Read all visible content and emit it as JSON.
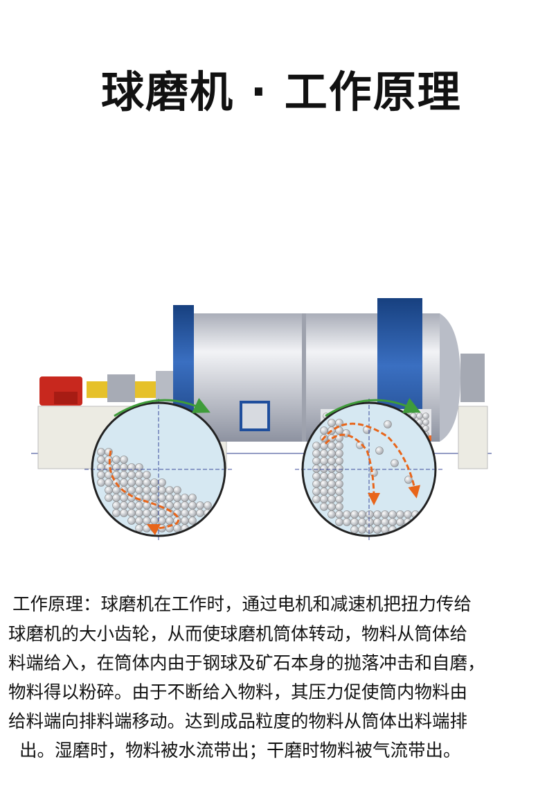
{
  "title": "球磨机 · 工作原理",
  "description": {
    "lines": [
      "工作原理：球磨机在工作时，通过电机和减速机把扭力传给",
      "球磨机的大小齿轮，从而使球磨机筒体转动，物料从筒体给",
      "料端给入，在筒体内由于钢球及矿石本身的抛落冲击和自磨，",
      "物料得以粉碎。由于不断给入物料，其压力促使筒内物料由",
      "给料端向排料端移动。达到成品粒度的物料从筒体出料端排",
      "出。湿磨时，物料被水流带出；干磨时物料被气流带出。"
    ]
  },
  "colors": {
    "shell": "#c9ccd4",
    "flange": "#1f4e9c",
    "motor": "#c8281e",
    "coupling": "#e6c12a",
    "base": "#ecebe3",
    "arrow_green": "#3f9c3a",
    "arrow_orange": "#e8651a",
    "drum_fill": "#d6e8f2"
  }
}
